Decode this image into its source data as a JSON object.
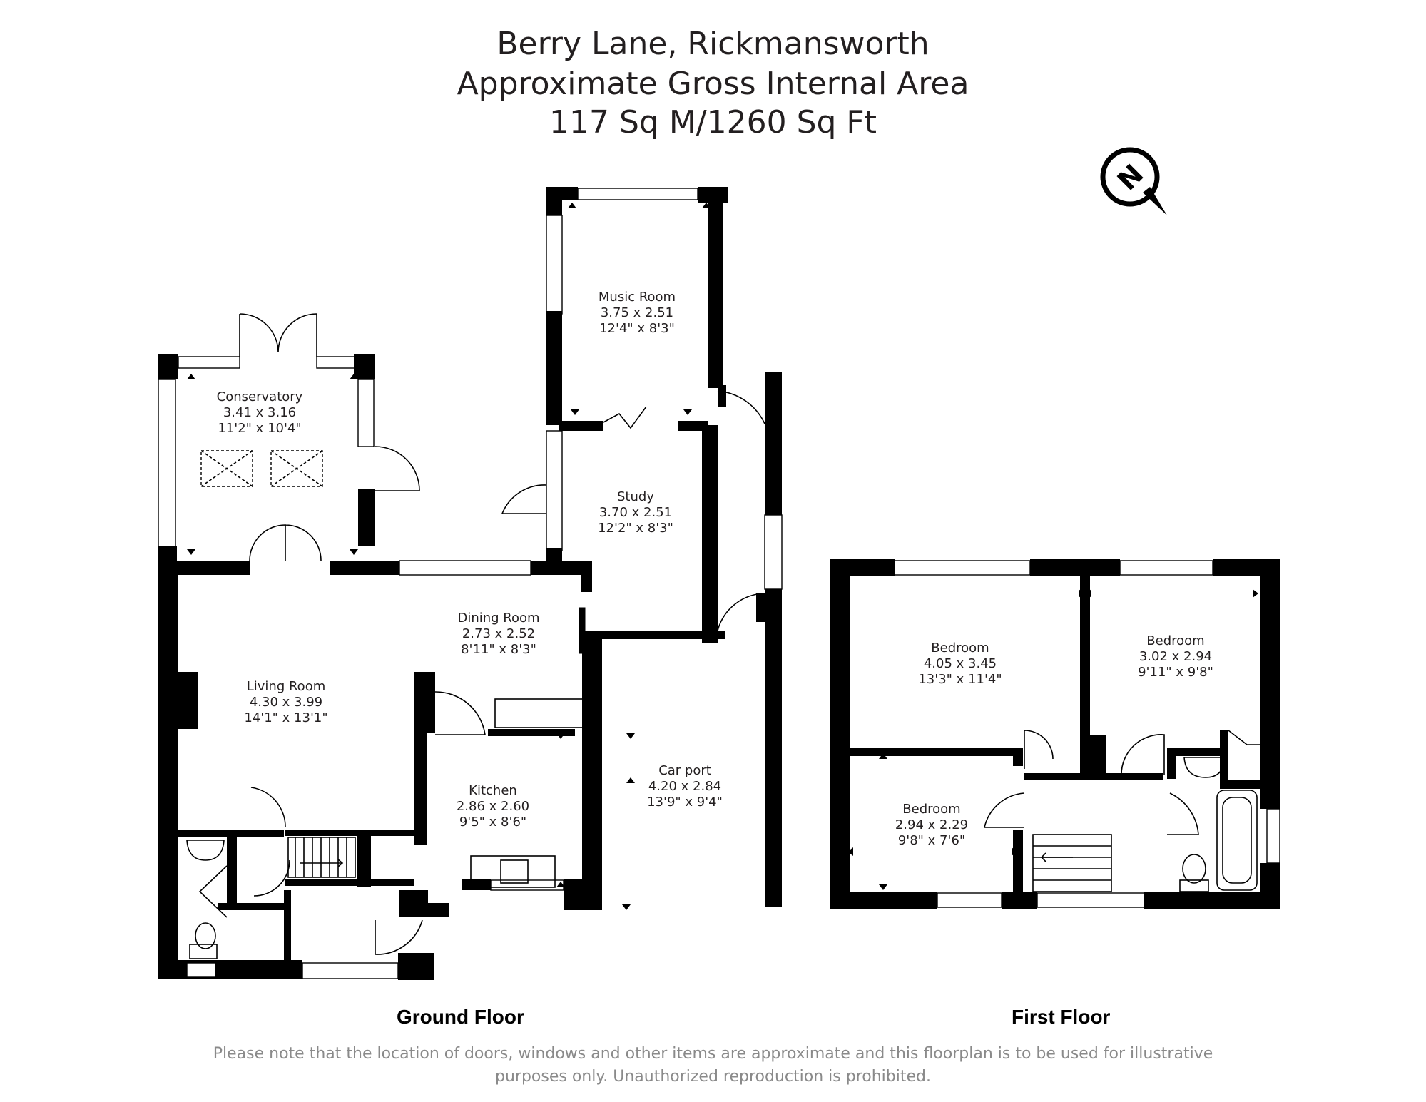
{
  "header": {
    "title": "Berry Lane, Rickmansworth",
    "subtitle": "Approximate Gross Internal Area",
    "area": "117 Sq M/1260 Sq Ft"
  },
  "compass": {
    "letter": "N",
    "icon": "north-arrow-icon"
  },
  "ground_floor": {
    "label": "Ground Floor",
    "rooms": [
      {
        "name": "Music Room",
        "metric": "3.75 x 2.51",
        "imperial": "12'4\" x 8'3\""
      },
      {
        "name": "Conservatory",
        "metric": "3.41 x 3.16",
        "imperial": "11'2\" x 10'4\""
      },
      {
        "name": "Study",
        "metric": "3.70 x 2.51",
        "imperial": "12'2\" x 8'3\""
      },
      {
        "name": "Dining Room",
        "metric": "2.73 x 2.52",
        "imperial": "8'11\" x 8'3\""
      },
      {
        "name": "Living Room",
        "metric": "4.30 x 3.99",
        "imperial": "14'1\" x 13'1\""
      },
      {
        "name": "Car port",
        "metric": "4.20 x 2.84",
        "imperial": "13'9\" x 9'4\""
      },
      {
        "name": "Kitchen",
        "metric": "2.86 x 2.60",
        "imperial": "9'5\" x 8'6\""
      }
    ]
  },
  "first_floor": {
    "label": "First Floor",
    "rooms": [
      {
        "name": "Bedroom",
        "metric": "4.05 x 3.45",
        "imperial": "13'3\" x 11'4\""
      },
      {
        "name": "Bedroom",
        "metric": "3.02 x 2.94",
        "imperial": "9'11\" x 9'8\""
      },
      {
        "name": "Bedroom",
        "metric": "2.94 x 2.29",
        "imperial": "9'8\" x 7'6\""
      }
    ]
  },
  "disclaimer": {
    "line1": "Please note that the location of doors, windows and other items are approximate and this floorplan is to be used for illustrative",
    "line2": "purposes only. Unauthorized reproduction is prohibited."
  }
}
